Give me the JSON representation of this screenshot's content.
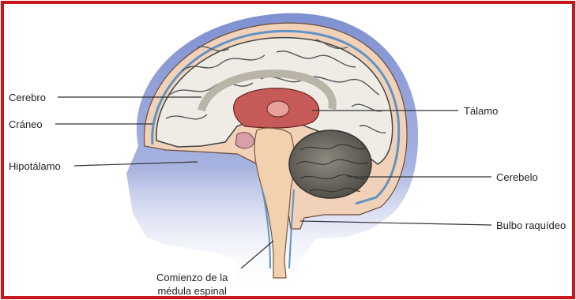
{
  "labels": {
    "cerebro": "Cerebro",
    "craneo": "Cráneo",
    "hipotalamo": "Hipotálamo",
    "talamo": "Tálamo",
    "cerebelo": "Cerebelo",
    "bulbo": "Bulbo raquídeo",
    "comienzo_line1": "Comienzo de la",
    "comienzo_line2": "médula espinal"
  },
  "colors": {
    "frame_border": "#c8181e",
    "head_silhouette": "#8a9ad4",
    "skull": "#f1d2b8",
    "brain_tissue": "#efece6",
    "meninges": "#5f93c4",
    "brainstem": "#f2d1ae",
    "thalamus": "#c65a58",
    "cerebellum": "#7d7a72",
    "leader_line": "#333333"
  }
}
